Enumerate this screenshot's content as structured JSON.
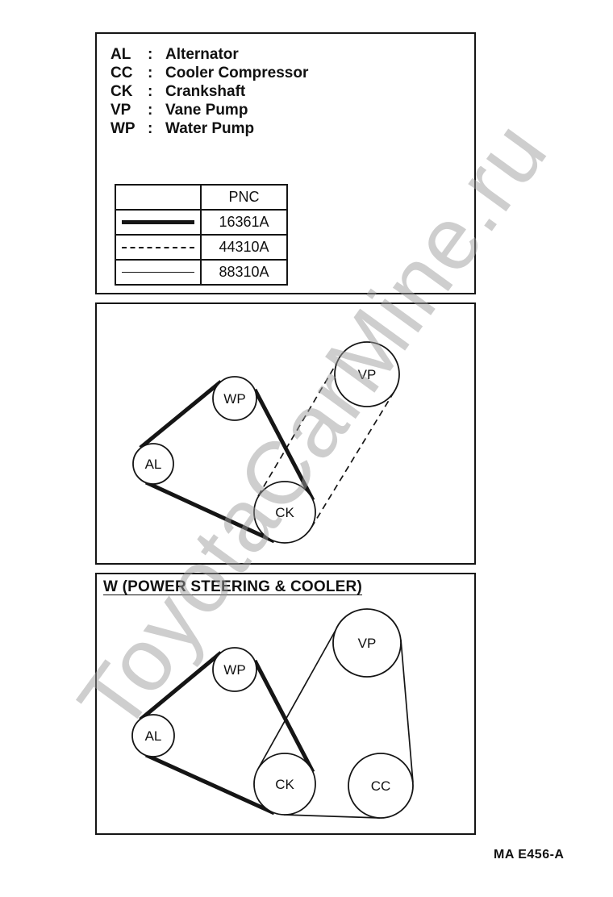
{
  "page": {
    "watermark": "ToyotaCarMine.ru",
    "figure_code": "MA E456-A"
  },
  "legend": {
    "separator": ":",
    "items": [
      {
        "abbr": "AL",
        "label": "Alternator"
      },
      {
        "abbr": "CC",
        "label": "Cooler Compressor"
      },
      {
        "abbr": "CK",
        "label": "Crankshaft"
      },
      {
        "abbr": "VP",
        "label": "Vane Pump"
      },
      {
        "abbr": "WP",
        "label": "Water Pump"
      }
    ]
  },
  "pnc_table": {
    "header": "PNC",
    "rows": [
      {
        "line_style": "thick-solid",
        "pnc": "16361A"
      },
      {
        "line_style": "dashed",
        "pnc": "44310A"
      },
      {
        "line_style": "thin-solid",
        "pnc": "88310A"
      }
    ]
  },
  "diagram_top": {
    "pulleys": {
      "vp": "VP",
      "wp": "WP",
      "al": "AL",
      "ck": "CK"
    }
  },
  "diagram_bottom": {
    "title": "W (POWER STEERING & COOLER)",
    "pulleys": {
      "vp": "VP",
      "wp": "WP",
      "al": "AL",
      "ck": "CK",
      "cc": "CC"
    }
  }
}
